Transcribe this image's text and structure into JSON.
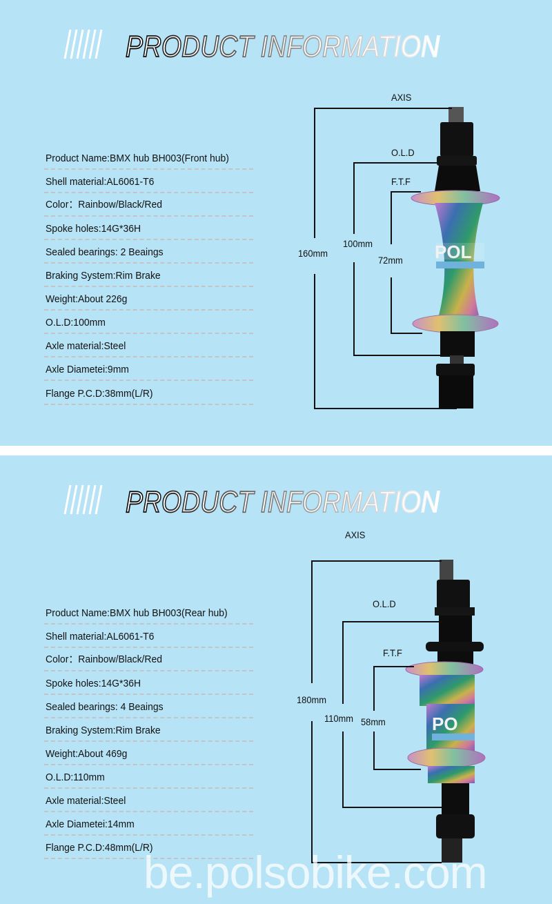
{
  "front": {
    "title": "PRODUCT INFORMATION",
    "specs": [
      "Product Name:BMX hub BH003(Front hub)",
      "Shell material:AL6061-T6",
      "Color：Rainbow/Black/Red",
      "Spoke holes:14G*36H",
      "Sealed bearings: 2 Beaings",
      "Braking System:Rim Brake",
      "Weight:About 226g",
      "O.L.D:100mm",
      "Axle material:Steel",
      "Axle Diametei:9mm",
      "Flange P.C.D:38mm(L/R)"
    ],
    "dimensions": {
      "axis_label": "AXIS",
      "axis_value": "160mm",
      "old_label": "O.L.D",
      "old_value": "100mm",
      "ftf_label": "F.T.F",
      "ftf_value": "72mm"
    },
    "logo": "POL"
  },
  "rear": {
    "title": "PRODUCT INFORMATION",
    "specs": [
      "Product Name:BMX hub BH003(Rear hub)",
      "Shell material:AL6061-T6",
      "Color：Rainbow/Black/Red",
      "Spoke holes:14G*36H",
      "Sealed bearings: 4 Beaings",
      "Braking System:Rim Brake",
      "Weight:About 469g",
      "O.L.D:110mm",
      "Axle material:Steel",
      "Axle Diametei:14mm",
      "Flange P.C.D:48mm(L/R)"
    ],
    "dimensions": {
      "axis_label": "AXIS",
      "axis_value": "180mm",
      "old_label": "O.L.D",
      "old_value": "110mm",
      "ftf_label": "F.T.F",
      "ftf_value": "58mm"
    },
    "logo": "PO"
  },
  "watermark": "be.polsobike.com",
  "colors": {
    "background": "#b6e3f5",
    "separator": "#ffffff",
    "text": "#111111"
  }
}
